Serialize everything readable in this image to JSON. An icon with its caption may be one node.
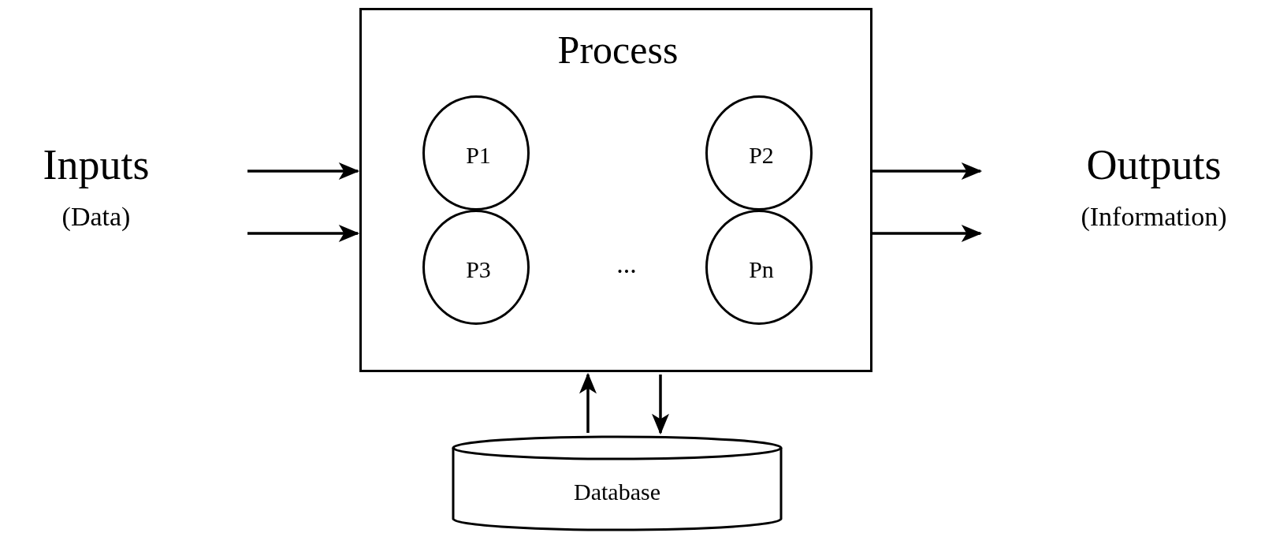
{
  "diagram": {
    "nodes": [
      {
        "text": [
          "Inputs",
          "(Data)"
        ]
      },
      {
        "text": [
          "Process"
        ]
      },
      {
        "text": [
          "P1"
        ],
        "in": 1
      },
      {
        "text": [
          "P2"
        ],
        "in": 1
      },
      {
        "text": [
          "P3"
        ],
        "in": 1
      },
      {
        "text": [
          "Pn"
        ],
        "in": 1
      },
      {
        "text": [
          "Outputs",
          "(Information)"
        ]
      },
      {
        "text": [
          "Database"
        ]
      }
    ],
    "edges": [
      {
        "from": null,
        "to": 1,
        "arrow": "to"
      },
      {
        "from": null,
        "to": 1,
        "arrow": "to"
      },
      {
        "from": 1,
        "to": 6,
        "arrow": "to"
      },
      {
        "from": 1,
        "to": 6,
        "arrow": "to"
      },
      {
        "from": 7,
        "to": 1,
        "arrow": "to"
      },
      {
        "from": 1,
        "to": 7,
        "arrow": "to"
      }
    ],
    "labels": [
      "..."
    ]
  }
}
